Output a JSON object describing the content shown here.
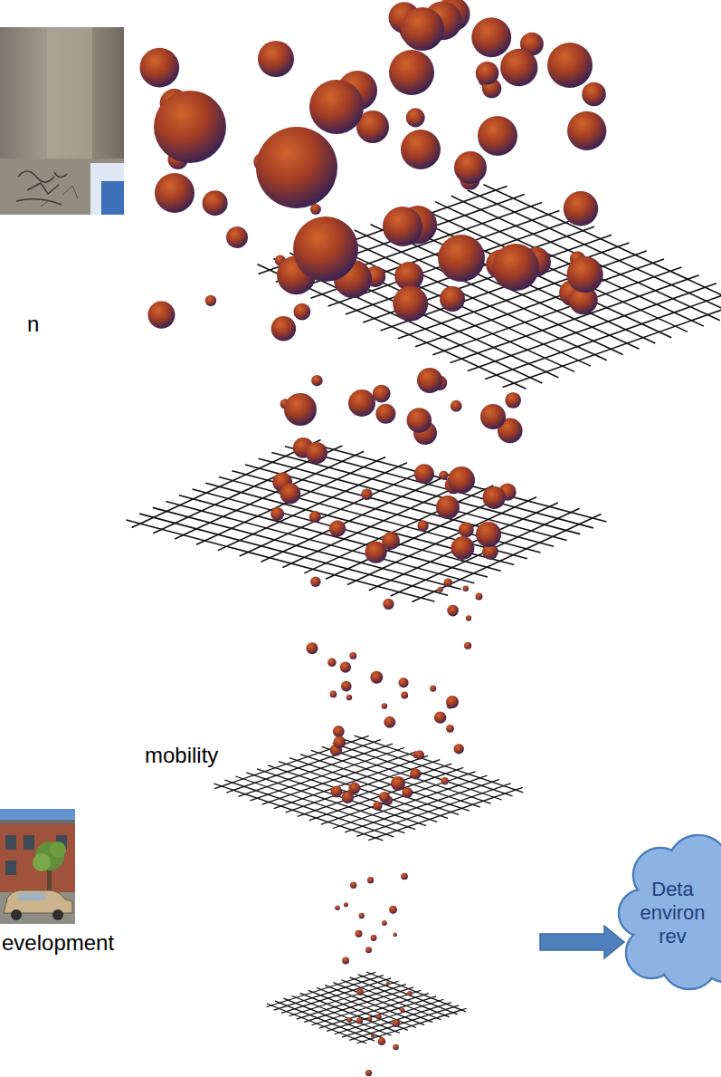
{
  "diagram": {
    "nodes": [
      {
        "text": [
          "Deta environ rev"
        ]
      }
    ],
    "labels": [
      "n",
      "mobility",
      "evelopment"
    ]
  }
}
